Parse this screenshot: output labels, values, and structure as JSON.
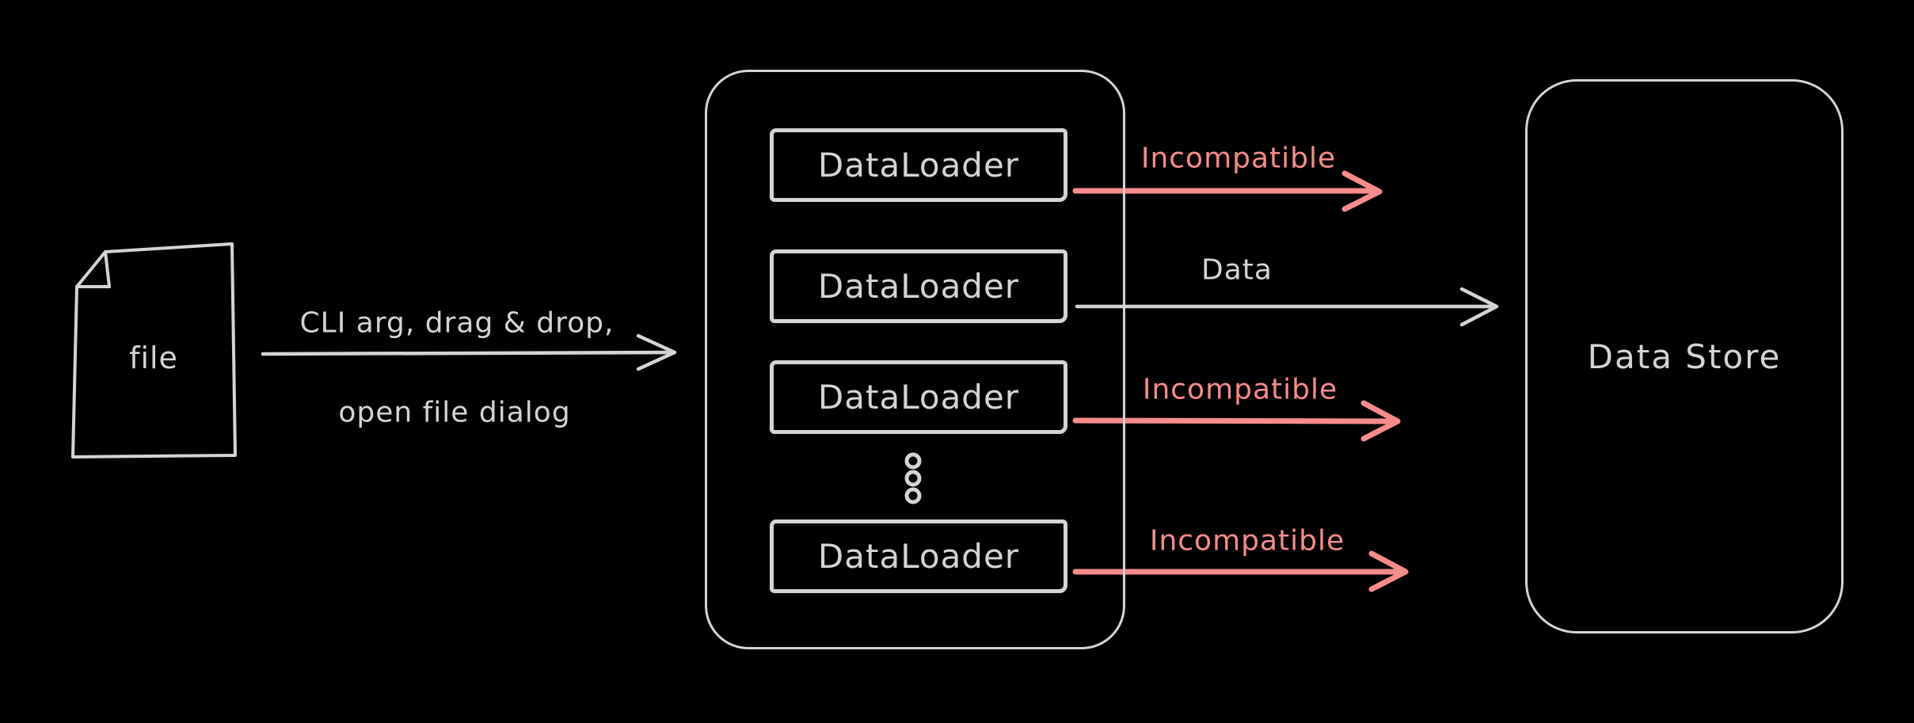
{
  "theme": {
    "background": "#000000",
    "stroke": "#d4d4d4",
    "accent_red": "#f78c8c"
  },
  "file_node": {
    "label": "file"
  },
  "input_arrow": {
    "label_line1": "CLI arg, drag & drop,",
    "label_line2": "open file dialog"
  },
  "loader_stack": {
    "boxes": [
      {
        "label": "DataLoader"
      },
      {
        "label": "DataLoader"
      },
      {
        "label": "DataLoader"
      },
      {
        "label": "DataLoader"
      }
    ],
    "ellipsis_dots": 3
  },
  "output_arrows": [
    {
      "label": "Incompatible",
      "color": "#f78c8c"
    },
    {
      "label": "Data",
      "color": "#d4d4d4"
    },
    {
      "label": "Incompatible",
      "color": "#f78c8c"
    },
    {
      "label": "Incompatible",
      "color": "#f78c8c"
    }
  ],
  "data_store": {
    "label": "Data Store"
  }
}
